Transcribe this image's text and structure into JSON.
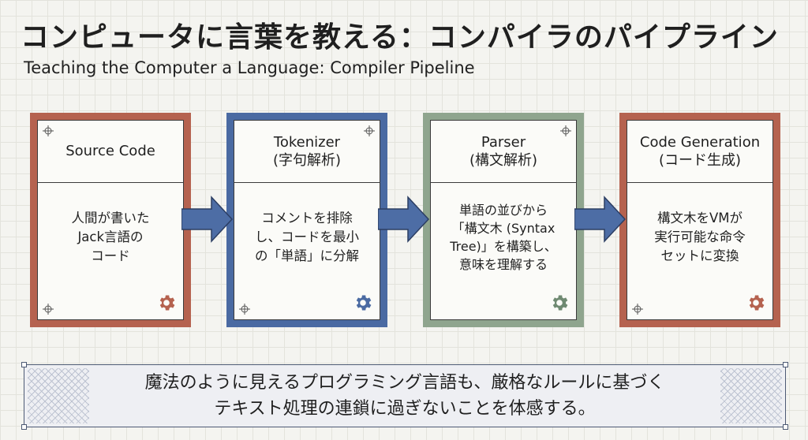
{
  "title_jp": "コンピュータに言葉を教える：コンパイラのパイプライン",
  "title_en": "Teaching the Computer a Language: Compiler Pipeline",
  "stages": [
    {
      "title": "Source Code",
      "subtitle": "",
      "body": [
        "人間が書いた",
        "Jack言語の",
        "コード"
      ],
      "color": "#b5624f",
      "gear_color": "#b5624f"
    },
    {
      "title": "Tokenizer",
      "subtitle": "(字句解析)",
      "body": [
        "コメントを排除",
        "し、コードを最小",
        "の「単語」に分解"
      ],
      "color": "#4a6aa2",
      "gear_color": "#4a6aa2"
    },
    {
      "title": "Parser",
      "subtitle": "(構文解析)",
      "body": [
        "単語の並びから",
        "「構文木 (Syntax",
        "Tree)」を構築し、",
        "意味を理解する"
      ],
      "color": "#8fa58e",
      "gear_color": "#6f8a72"
    },
    {
      "title": "Code Generation",
      "subtitle": "(コード生成)",
      "body": [
        "構文木をVMが",
        "実行可能な命令",
        "セットに変換"
      ],
      "color": "#b5624f",
      "gear_color": "#b5624f"
    }
  ],
  "arrow_color": "#4d6da5",
  "banner": {
    "line1": "魔法のように見えるプログラミング言語も、厳格なルールに基づく",
    "line2": "テキスト処理の連鎖に過ぎないことを体感する。"
  }
}
